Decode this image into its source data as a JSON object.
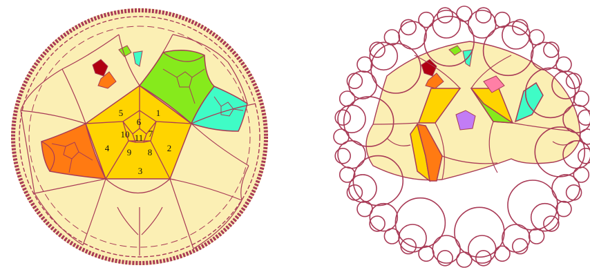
{
  "colors": {
    "tile_fill": "#fbefb4",
    "edge_stroke": "#a83a56",
    "background": "#ffffff",
    "yellow": "#ffd400",
    "orange": "#ff7a12",
    "green": "#86ea1c",
    "cyan": "#3ffcc6",
    "dark_red": "#b00012",
    "pink": "#ff7fa6",
    "violet": "#c27cf5"
  },
  "left_panel": {
    "cell_labels": [
      "1",
      "2",
      "3",
      "4",
      "5",
      "6",
      "7",
      "8",
      "9",
      "10",
      "11"
    ]
  },
  "right_panel": {}
}
